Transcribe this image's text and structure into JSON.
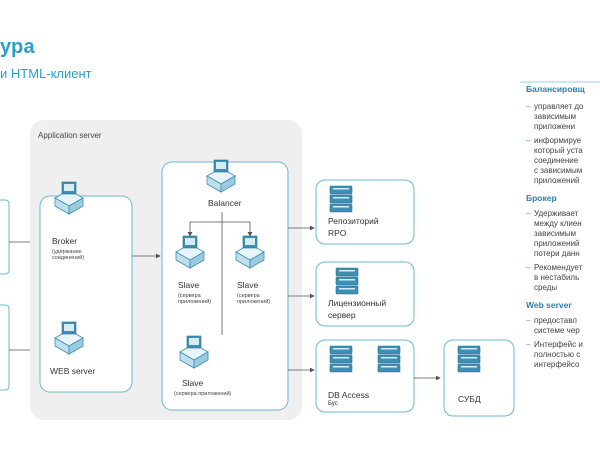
{
  "header": {
    "title": "ура",
    "subtitle": "и HTML-клиент"
  },
  "diagram": {
    "app_server_label": "Application server",
    "broker": {
      "label": "Broker",
      "sub": "(удержание соединений)"
    },
    "web_server": {
      "label": "WEB server"
    },
    "balancer": {
      "label": "Balancer"
    },
    "slave1": {
      "label": "Slave",
      "sub": "(сервера приложений)"
    },
    "slave2": {
      "label": "Slave",
      "sub": "(сервера приложений)"
    },
    "slave3": {
      "label": "Slave",
      "sub": "(сервера приложений)"
    },
    "repo": {
      "label1": "Репозиторий",
      "label2": "RPO"
    },
    "license": {
      "label1": "Лицензионный",
      "label2": "сервер"
    },
    "db_access": {
      "label1": "DB Access",
      "label2": "Бус"
    },
    "dbms": {
      "label": "СУБД"
    }
  },
  "sidebar": {
    "sections": [
      {
        "heading": "Балансировщ",
        "bullets": [
          [
            "управляет до",
            "зависимым",
            "приложени"
          ],
          [
            "информируе",
            "который уста",
            "соединение",
            "с зависимым",
            "приложений"
          ]
        ]
      },
      {
        "heading": "Брокер",
        "bullets": [
          [
            "Удерживает",
            "между клиен",
            "зависимым",
            "приложений",
            "потери данн"
          ],
          [
            "Рекомендует",
            "в нестабиль",
            "среды"
          ]
        ]
      },
      {
        "heading": "Web server",
        "bullets": [
          [
            "предоставл",
            "системе чер"
          ],
          [
            "Интерфейс и",
            "полностью с",
            "интерфейсо"
          ]
        ]
      }
    ]
  },
  "colors": {
    "accent": "#2a9fc9",
    "box_border": "#6ab7cf",
    "server_fill": "#3d8fb3",
    "server_light": "#d6ecf4"
  }
}
